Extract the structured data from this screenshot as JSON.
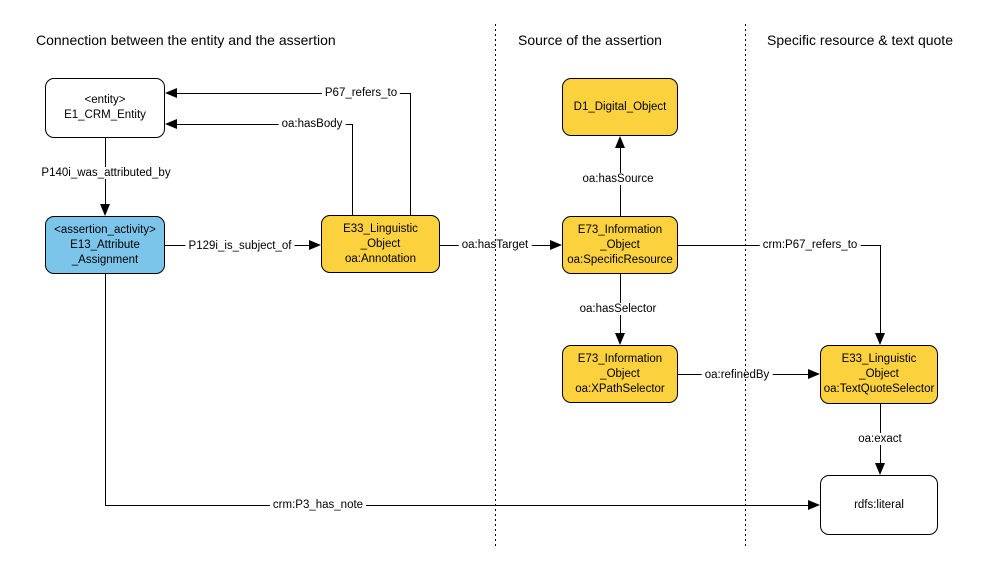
{
  "diagram": {
    "sections": [
      {
        "label": "Connection between the entity and the assertion"
      },
      {
        "label": "Source of the assertion"
      },
      {
        "label": "Specific resource & text quote"
      }
    ],
    "nodes": {
      "entity": {
        "lines": [
          "<entity>",
          "E1_CRM_Entity"
        ]
      },
      "assertion": {
        "lines": [
          "<assertion_activity>",
          "E13_Attribute",
          "_Assignment"
        ]
      },
      "annotation": {
        "lines": [
          "E33_Linguistic",
          "_Object",
          "oa:Annotation"
        ]
      },
      "digital_object": {
        "lines": [
          "D1_Digital_Object"
        ]
      },
      "specific_resource": {
        "lines": [
          "E73_Information",
          "_Object",
          "oa:SpecificResource"
        ]
      },
      "xpath_selector": {
        "lines": [
          "E73_Information",
          "_Object",
          "oa:XPathSelector"
        ]
      },
      "text_quote_selector": {
        "lines": [
          "E33_Linguistic",
          "_Object",
          "oa:TextQuoteSelector"
        ]
      },
      "literal": {
        "lines": [
          "rdfs:literal"
        ]
      }
    },
    "edges": {
      "p140i": {
        "label": "P140i_was_attributed_by"
      },
      "p129i": {
        "label": "P129i_is_subject_of"
      },
      "p67": {
        "label": "P67_refers_to"
      },
      "has_body": {
        "label": "oa:hasBody"
      },
      "has_target": {
        "label": "oa:hasTarget"
      },
      "has_source": {
        "label": "oa:hasSource"
      },
      "crm_p67": {
        "label": "crm:P67_refers_to"
      },
      "has_selector": {
        "label": "oa:hasSelector"
      },
      "refined_by": {
        "label": "oa:refinedBy"
      },
      "oa_exact": {
        "label": "oa:exact"
      },
      "p3_has_note": {
        "label": "crm:P3_has_note"
      }
    },
    "colors": {
      "yellow": "#FCD13E",
      "blue": "#7CC5EA",
      "white": "#FFFFFF",
      "stroke": "#000000"
    }
  }
}
